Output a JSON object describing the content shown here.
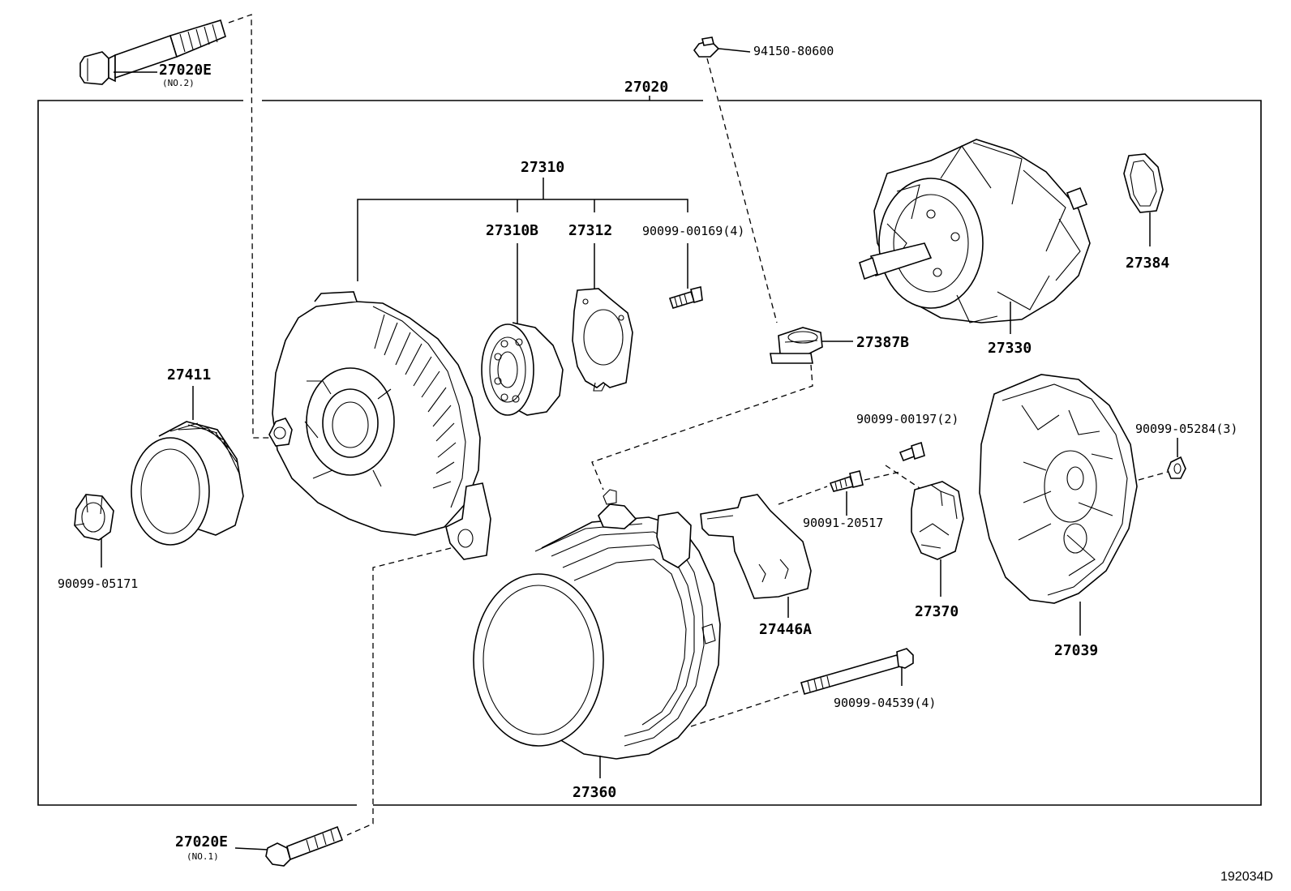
{
  "diagram_id": "192034D",
  "assembly": {
    "number": "27020"
  },
  "parts": {
    "bolt_no2": {
      "number": "27020E",
      "note": "(NO.2)"
    },
    "bolt_no1": {
      "number": "27020E",
      "note": "(NO.1)"
    },
    "nut_top": {
      "number": "94150-80600"
    },
    "frame_group": {
      "number": "27310"
    },
    "bearing": {
      "number": "27310B"
    },
    "retainer": {
      "number": "27312"
    },
    "screw_retainer": {
      "number": "90099-00169(4)"
    },
    "insulator": {
      "number": "27387B"
    },
    "rotor": {
      "number": "27330"
    },
    "rotor_ring": {
      "number": "27384"
    },
    "pulley": {
      "number": "27411"
    },
    "pulley_nut": {
      "number": "90099-05171"
    },
    "screw_brush": {
      "number": "90099-00197(2)"
    },
    "nut_cover": {
      "number": "90099-05284(3)"
    },
    "screw_plate": {
      "number": "90091-20517"
    },
    "plate": {
      "number": "27446A"
    },
    "brush_holder": {
      "number": "27370"
    },
    "rear_cover": {
      "number": "27039"
    },
    "through_bolt": {
      "number": "90099-04539(4)"
    },
    "stator_frame": {
      "number": "27360"
    }
  }
}
